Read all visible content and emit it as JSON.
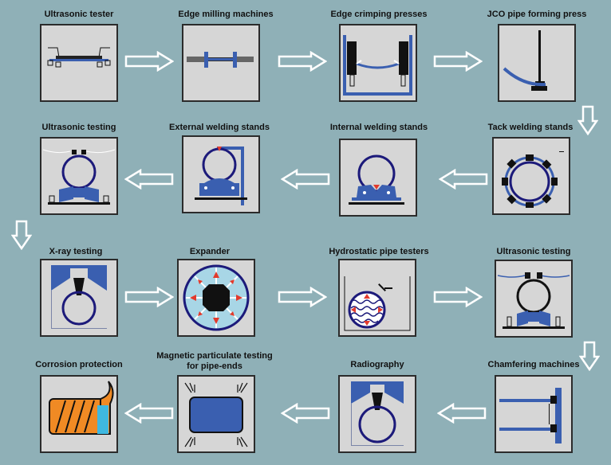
{
  "diagram": {
    "steps": [
      {
        "label": "Ultrasonic tester",
        "icon": "ultrasonic-tester-icon"
      },
      {
        "label": "Edge milling machines",
        "icon": "edge-milling-icon"
      },
      {
        "label": "Edge crimping presses",
        "icon": "edge-crimping-icon"
      },
      {
        "label": "JCO pipe forming press",
        "icon": "jco-press-icon"
      },
      {
        "label": "Tack welding stands",
        "icon": "tack-welding-icon"
      },
      {
        "label": "Internal welding stands",
        "icon": "internal-welding-icon"
      },
      {
        "label": "External welding stands",
        "icon": "external-welding-icon"
      },
      {
        "label": "Ultrasonic testing",
        "icon": "ultrasonic-testing-icon"
      },
      {
        "label": "X-ray testing",
        "icon": "xray-testing-icon"
      },
      {
        "label": "Expander",
        "icon": "expander-icon"
      },
      {
        "label": "Hydrostatic pipe testers",
        "icon": "hydrostatic-tester-icon"
      },
      {
        "label": "Ultrasonic testing",
        "icon": "ultrasonic-testing-icon"
      },
      {
        "label": "Chamfering machines",
        "icon": "chamfering-icon"
      },
      {
        "label": "Radiography",
        "icon": "radiography-icon"
      },
      {
        "label": "Magnetic particulate testing\nfor pipe-ends",
        "icon": "magnetic-testing-icon"
      },
      {
        "label": "Corrosion protection",
        "icon": "corrosion-protection-icon"
      }
    ],
    "colors": {
      "background": "#8fb0b7",
      "box": "#d6d6d6",
      "blue": "#3a5fb0",
      "pipe": "#1c1a7a",
      "orange": "#f08a24",
      "red": "#e23a2c"
    }
  }
}
